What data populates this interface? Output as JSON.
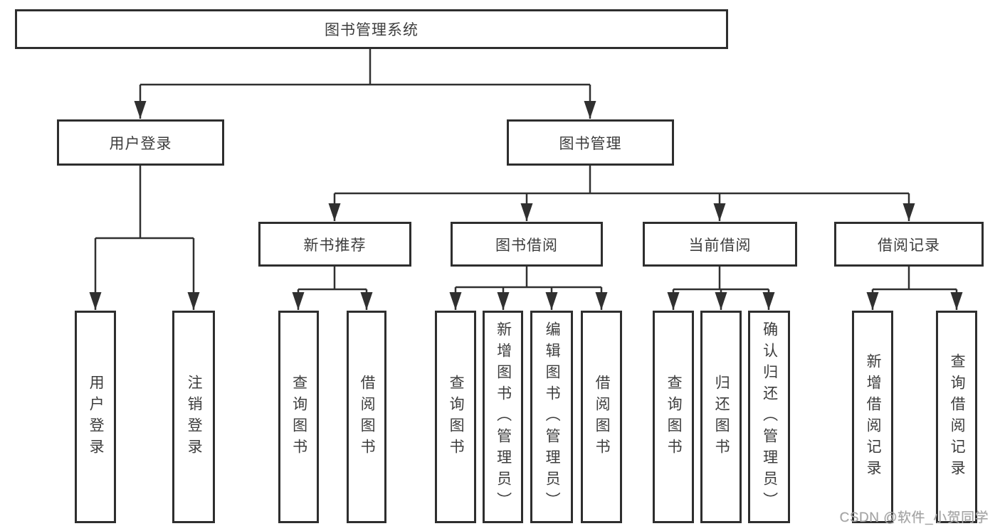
{
  "diagram_title": "图书管理系统",
  "nodes": {
    "root": "图书管理系统",
    "l2": [
      "用户登录",
      "图书管理"
    ],
    "l3": [
      "新书推荐",
      "图书借阅",
      "当前借阅",
      "借阅记录"
    ],
    "l4_user": [
      "用户登录",
      "注销登录"
    ],
    "l4_newbook": [
      "查询图书",
      "借阅图书"
    ],
    "l4_borrow": [
      "查询图书",
      "新增图书（管理员）",
      "编辑图书（管理员）",
      "借阅图书"
    ],
    "l4_current": [
      "查询图书",
      "归还图书",
      "确认归还（管理员）"
    ],
    "l4_records": [
      "新增借阅记录",
      "查询借阅记录"
    ]
  },
  "hierarchy": {
    "图书管理系统": {
      "用户登录": [
        "用户登录",
        "注销登录"
      ],
      "图书管理": {
        "新书推荐": [
          "查询图书",
          "借阅图书"
        ],
        "图书借阅": [
          "查询图书",
          "新增图书（管理员）",
          "编辑图书（管理员）",
          "借阅图书"
        ],
        "当前借阅": [
          "查询图书",
          "归还图书",
          "确认归还（管理员）"
        ],
        "借阅记录": [
          "新增借阅记录",
          "查询借阅记录"
        ]
      }
    }
  },
  "watermark": {
    "text": "CSDN @软件_小贺同学"
  },
  "colors": {
    "background": "#ffffff",
    "box_fill": "#ffffff",
    "box_border": "#2e2e2e",
    "connector_line": "#303030",
    "node_text": "#3d3d3d",
    "watermark_text": "#a3a3a3"
  }
}
